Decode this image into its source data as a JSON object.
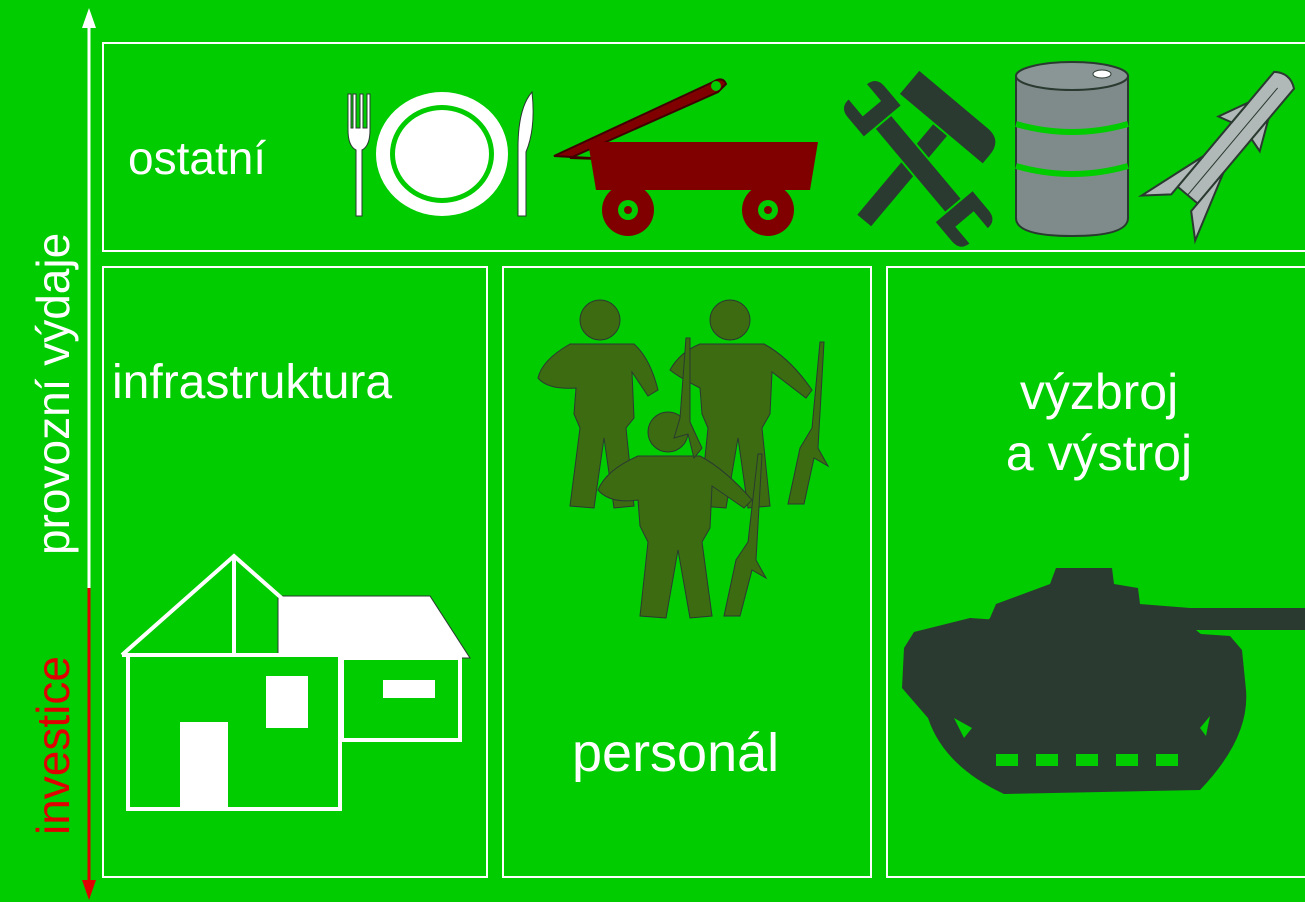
{
  "axis": {
    "upper_label": "provozní výdaje",
    "lower_label": "investice",
    "upper_color": "#ffffff",
    "lower_color": "#e00000"
  },
  "boxes": {
    "ostatni": "ostatní",
    "infrastruktura": "infrastruktura",
    "personal": "personál",
    "vyzbroj_line1": "výzbroj",
    "vyzbroj_line2": "a výstroj"
  },
  "icons": {
    "ostatni": [
      "cutlery-plate-icon",
      "wagon-icon",
      "hammer-wrench-icon",
      "oil-barrel-icon",
      "missile-icon"
    ],
    "infrastruktura": "house-icon",
    "personal": "soldiers-icon",
    "vyzbroj": "tank-icon"
  },
  "colors": {
    "background": "#00cc00",
    "wagon": "#800000",
    "tools": "#2a3a30",
    "barrel": "#7f8a8a",
    "missile": "#b0b8b8",
    "soldiers": "#3d6b12",
    "tank": "#2a3a30"
  }
}
